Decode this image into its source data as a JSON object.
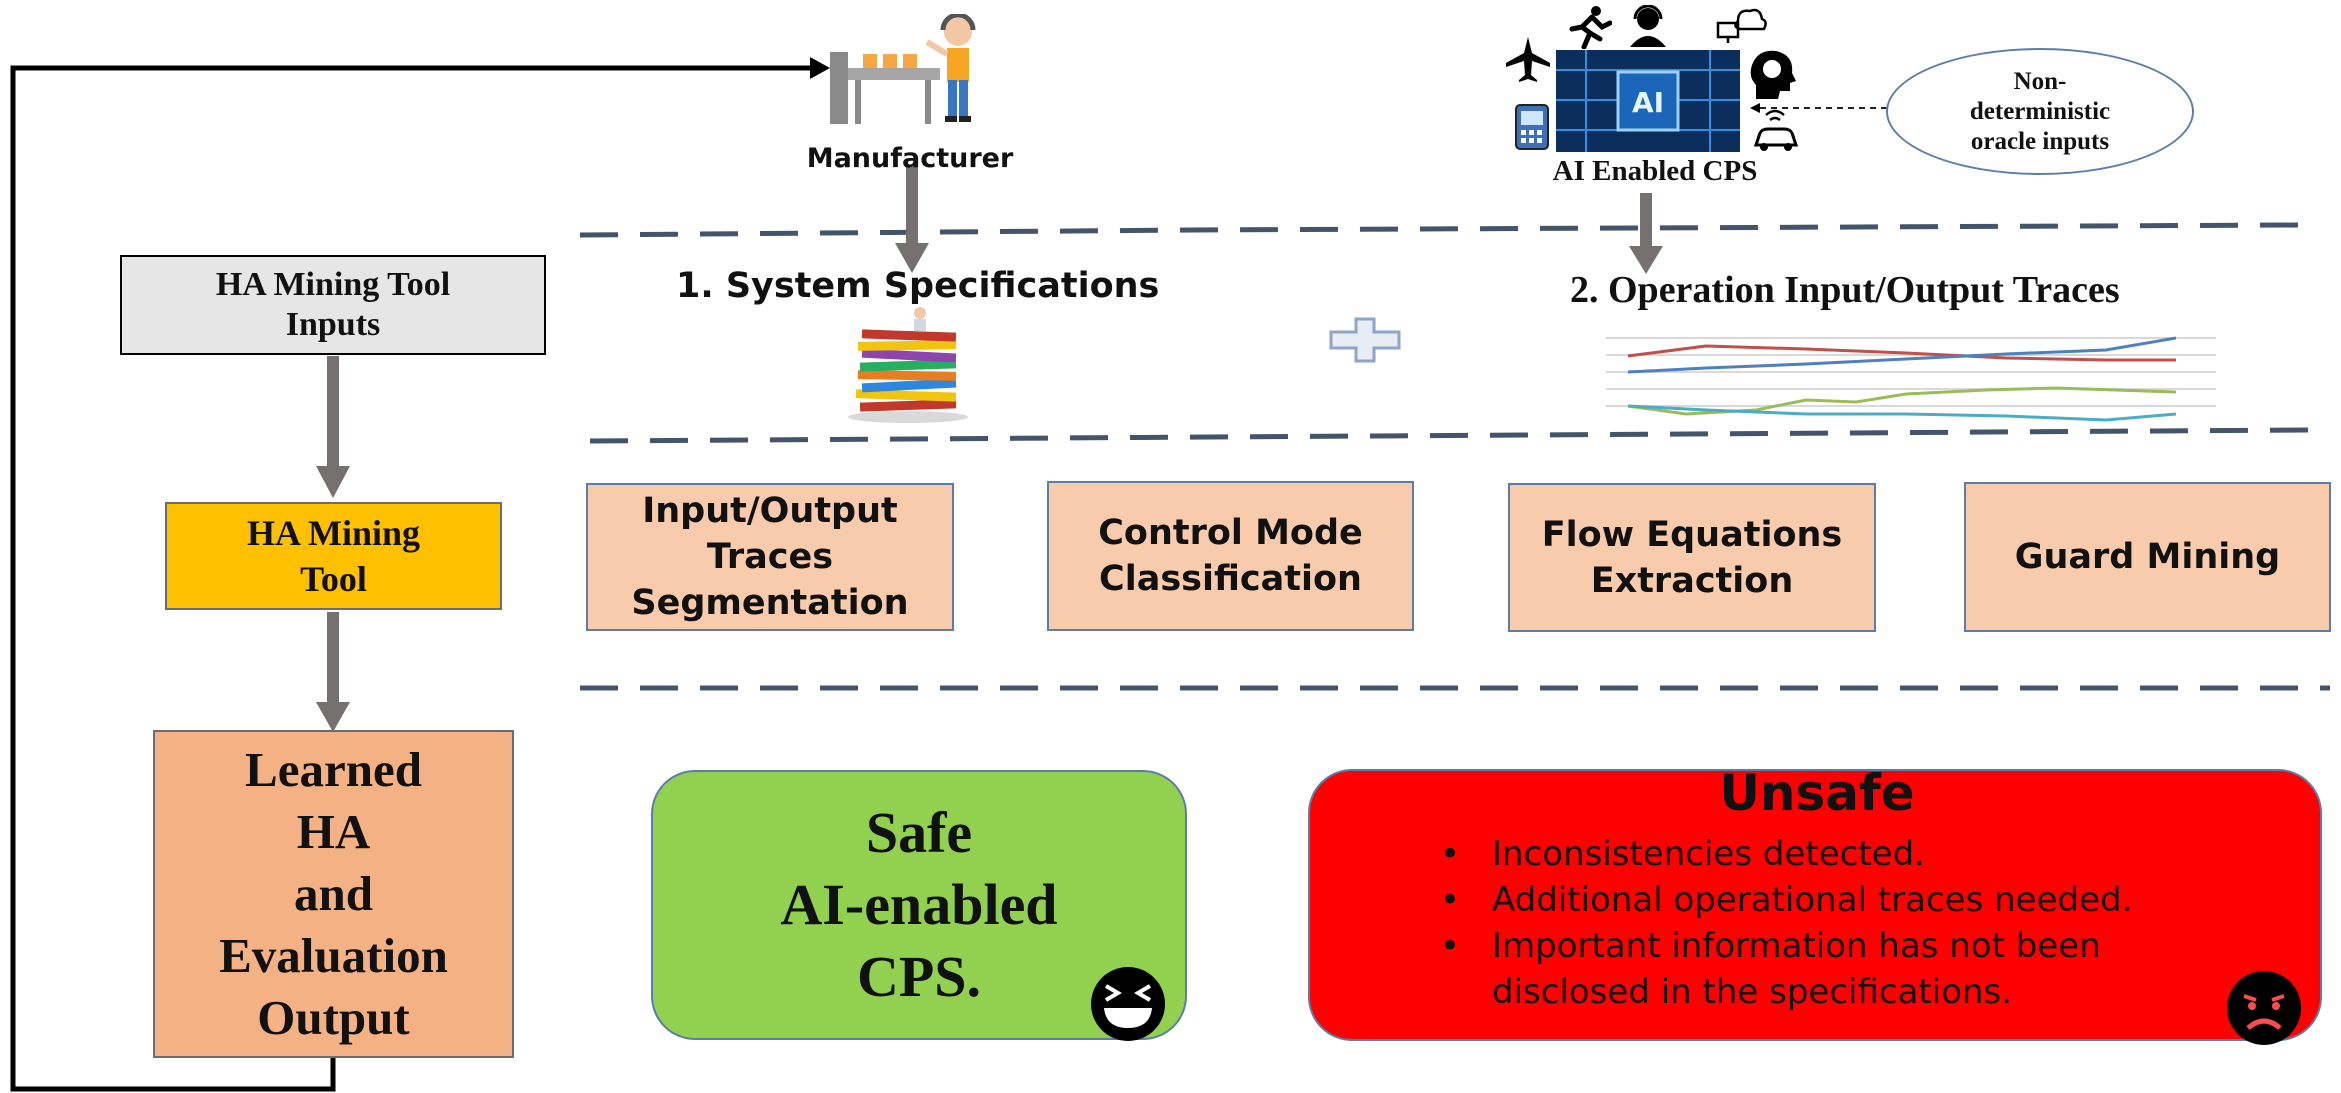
{
  "inputs": {
    "manufacturer_label": "Manufacturer",
    "cps_label": "AI Enabled CPS",
    "oracle_label": [
      "Non-",
      "deterministic",
      "oracle inputs"
    ]
  },
  "specs": {
    "system_specifications": "1. System Specifications",
    "operation_traces": "2. Operation Input/Output Traces"
  },
  "left_column": {
    "tool_inputs": [
      "HA Mining Tool",
      "Inputs"
    ],
    "mining_tool": [
      "HA Mining",
      "Tool"
    ],
    "output": [
      "Learned",
      "HA",
      "and",
      "Evaluation",
      "Output"
    ]
  },
  "steps": [
    {
      "lines": [
        "Input/Output",
        "Traces",
        "Segmentation"
      ]
    },
    {
      "lines": [
        "Control Mode",
        "Classification"
      ]
    },
    {
      "lines": [
        "Flow Equations",
        "Extraction"
      ]
    },
    {
      "lines": [
        "Guard Mining"
      ]
    }
  ],
  "results": {
    "safe": [
      "Safe",
      "AI-enabled",
      "CPS."
    ],
    "unsafe_title": "Unsafe",
    "unsafe_bullets": [
      "Inconsistencies detected.",
      "Additional operational traces needed.",
      "Important information has not been disclosed in the specifications."
    ]
  },
  "colors": {
    "tool_inputs_fill": "#e7e6e6",
    "mining_tool_fill": "#ffc000",
    "output_fill": "#f4b183",
    "step_fill": "#f8cbad",
    "safe_fill": "#92d050",
    "unsafe_fill": "#ff0000",
    "divider": "#44546a",
    "arrow": "#767171"
  },
  "icons": [
    "worker-conveyor-icon",
    "ai-chip-icon",
    "airplane-icon",
    "runner-icon",
    "headset-person-icon",
    "cloud-monitor-icon",
    "brain-head-icon",
    "medical-device-icon",
    "wifi-car-icon",
    "document-stack-icon",
    "plus-icon",
    "line-chart-icon",
    "laughing-face-icon",
    "sad-face-icon"
  ]
}
